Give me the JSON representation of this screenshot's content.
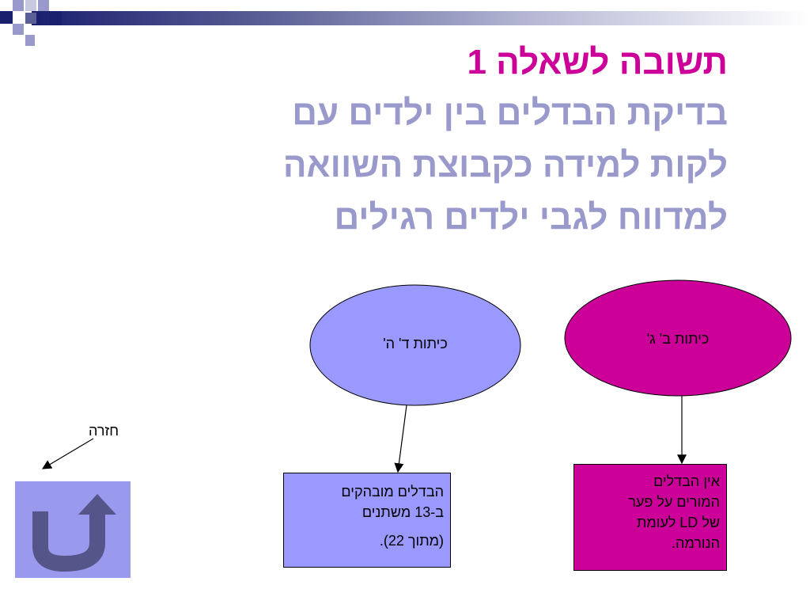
{
  "slide": {
    "title": "תשובה לשאלה 1",
    "subtitle_lines": [
      "בדיקת הבדלים בין ילדים עם",
      "לקות למידה כקבוצת השוואה",
      "למדווח לגבי ילדים רגילים"
    ]
  },
  "diagram": {
    "ellipse_left": {
      "label": "כיתות ד' ה'",
      "color": "#9999ff"
    },
    "ellipse_right": {
      "label": "כיתות ב' ג'",
      "color": "#cc0099"
    },
    "box_left": {
      "line1": "הבדלים מובהקים",
      "line2": "ב-13 משתנים",
      "line3": "(מתוך 22)."
    },
    "box_right": {
      "line1": "אין הבדלים",
      "line2": "המורים על פער",
      "line3": "של LD לעומת",
      "line4": "הנורמה."
    }
  },
  "navigation": {
    "return_label": "חזרה",
    "return_icon": "u-turn-arrow-icon"
  },
  "colors": {
    "title": "#cc0099",
    "subtitle": "#9999cc",
    "accent_blue": "#9999ff",
    "accent_magenta": "#cc0099",
    "bar_dark": "#1a1f6e"
  }
}
